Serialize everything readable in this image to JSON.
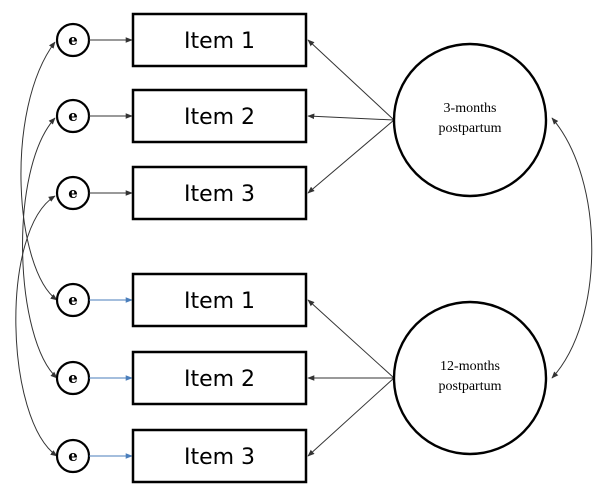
{
  "colors": {
    "stroke": "#000000",
    "arrow_black": "#333333",
    "arrow_blue": "#4a7ebb",
    "background": "#ffffff"
  },
  "error_label": "e",
  "factors": [
    {
      "id": "f3m",
      "line1": "3-months",
      "line2": "postpartum"
    },
    {
      "id": "f12m",
      "line1": "12-months",
      "line2": "postpartum"
    }
  ],
  "items": [
    {
      "label": "Item 1",
      "factor": "f3m"
    },
    {
      "label": "Item 2",
      "factor": "f3m"
    },
    {
      "label": "Item 3",
      "factor": "f3m"
    },
    {
      "label": "Item 1",
      "factor": "f12m"
    },
    {
      "label": "Item 2",
      "factor": "f12m"
    },
    {
      "label": "Item 3",
      "factor": "f12m"
    }
  ]
}
